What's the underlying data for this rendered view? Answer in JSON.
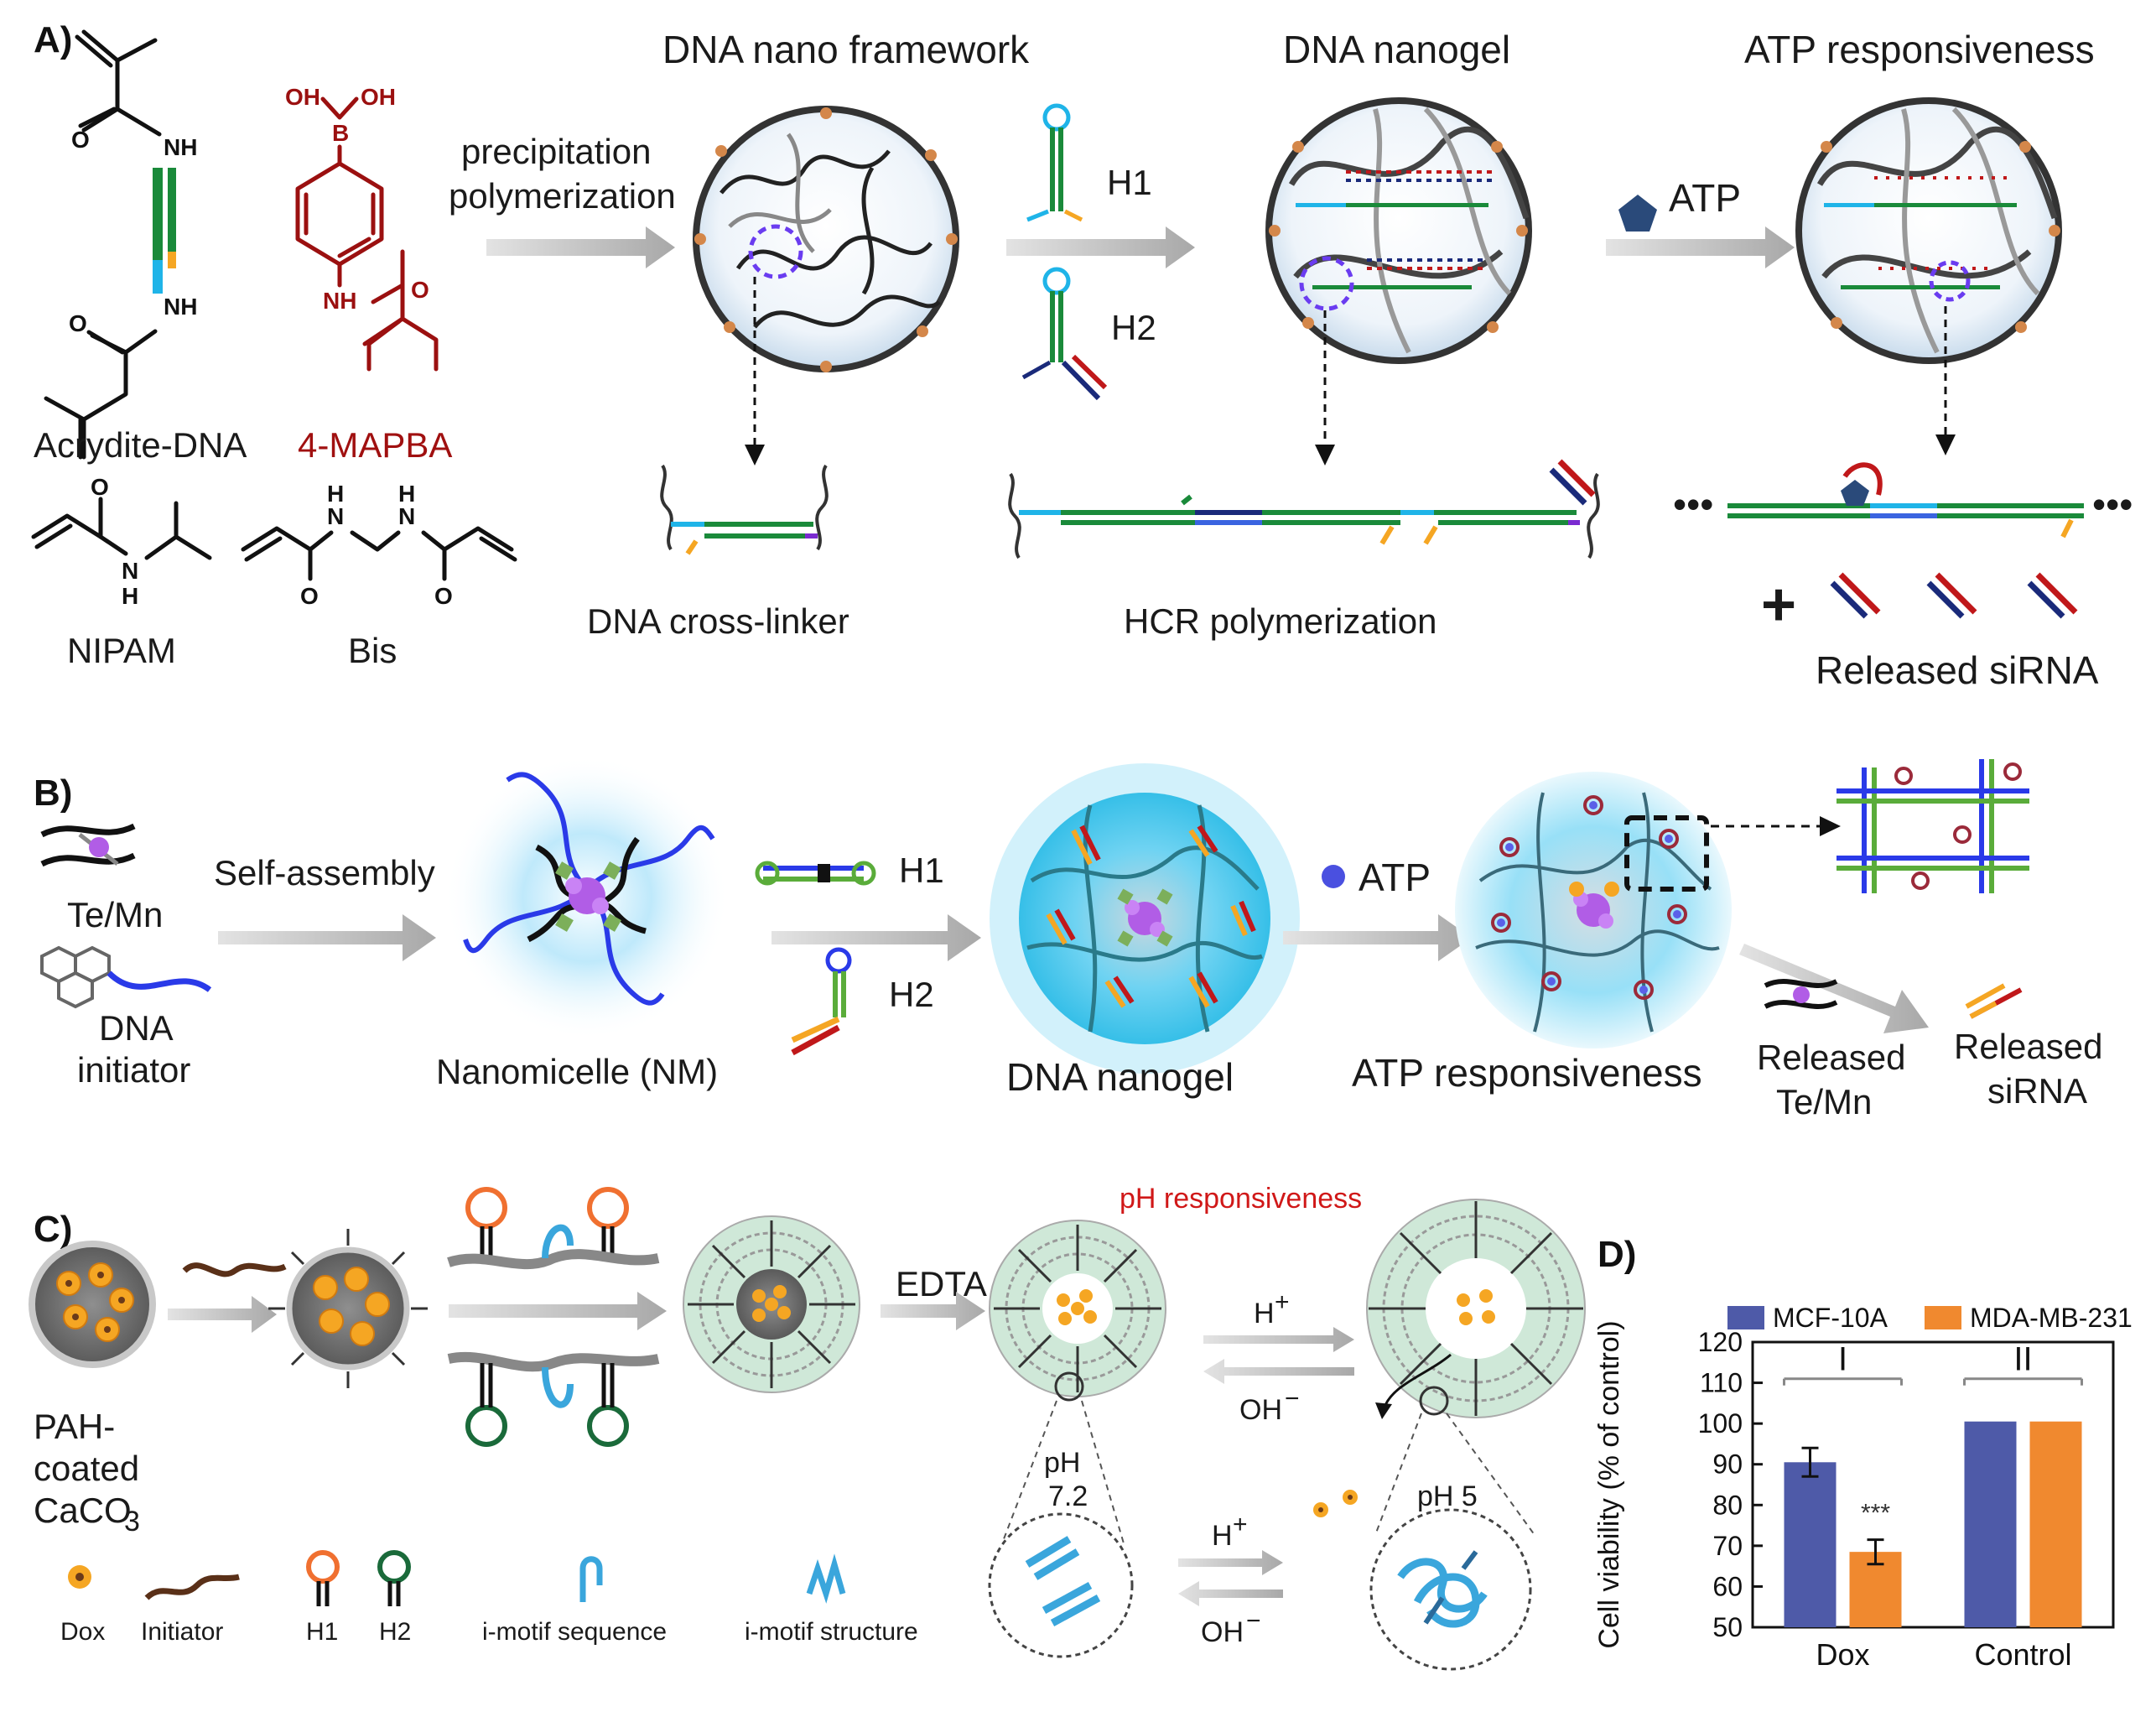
{
  "panels": {
    "a": "A)",
    "b": "B)",
    "c": "C)",
    "d": "D)"
  },
  "panel_a": {
    "acrydite_dna": "Acrydite-DNA",
    "mapba": "4-MAPBA",
    "nipam": "NIPAM",
    "bis": "Bis",
    "precipitation_1": "precipitation",
    "precipitation_2": "polymerization",
    "dna_nano_framework": "DNA nano framework",
    "dna_nanogel": "DNA nanogel",
    "atp_responsiveness": "ATP responsiveness",
    "h1": "H1",
    "h2": "H2",
    "atp": "ATP",
    "dna_cross_linker": "DNA cross-linker",
    "hcr_polymerization": "HCR polymerization",
    "released_sirna": "Released siRNA",
    "plus": "+",
    "dots": "•••",
    "atoms": {
      "oh": "OH",
      "b": "B",
      "nh": "NH",
      "n": "N",
      "h": "H",
      "o": "O"
    }
  },
  "panel_b": {
    "te_mn": "Te/Mn",
    "dna_initiator_1": "DNA",
    "dna_initiator_2": "initiator",
    "self_assembly": "Self-assembly",
    "nanomicelle": "Nanomicelle (NM)",
    "h1": "H1",
    "h2": "H2",
    "dna_nanogel": "DNA nanogel",
    "atp": "ATP",
    "atp_responsiveness": "ATP responsiveness",
    "released_te_mn_1": "Released",
    "released_te_mn_2": "Te/Mn",
    "released_sirna_1": "Released",
    "released_sirna_2": "siRNA"
  },
  "panel_c": {
    "pah_1": "PAH-",
    "pah_2": "coated",
    "pah_3": "CaCO",
    "pah_3_sub": "3",
    "edta": "EDTA",
    "ph_responsiveness": "pH responsiveness",
    "h_plus": "H",
    "plus_sup": "+",
    "oh_minus": "OH",
    "minus_sup": "−",
    "ph72_1": "pH",
    "ph72_2": "7.2",
    "ph5": "pH 5",
    "legend": {
      "dox": "Dox",
      "initiator": "Initiator",
      "h1": "H1",
      "h2": "H2",
      "imotif_seq": "i-motif sequence",
      "imotif_struct": "i-motif structure"
    }
  },
  "colors": {
    "green": "#1a8a3a",
    "cyan": "#1fb4e8",
    "navy": "#1a2a7a",
    "red": "#c0181a",
    "orange": "#f5a623",
    "purple": "#7a2ad0",
    "blue_bar": "#4e5aa8",
    "orange_bar": "#f0892f",
    "dark_red": "#9b1010"
  },
  "chart_data": {
    "type": "bar",
    "categories": [
      "Dox",
      "Control"
    ],
    "series": [
      {
        "name": "MCF-10A",
        "values": [
          90.5,
          100.5
        ],
        "errors": [
          3.5,
          0
        ]
      },
      {
        "name": "MDA-MB-231",
        "values": [
          68.5,
          100.5
        ],
        "errors": [
          3.0,
          0
        ]
      }
    ],
    "xlabel": "",
    "ylabel": "Cell viability (% of control)",
    "ylim": [
      50,
      120
    ],
    "yticks": [
      50,
      60,
      70,
      80,
      90,
      100,
      110,
      120
    ],
    "annotations": {
      "sig": "***",
      "group_i": "I",
      "group_ii": "II"
    },
    "legend_position": "top",
    "grid": false
  }
}
